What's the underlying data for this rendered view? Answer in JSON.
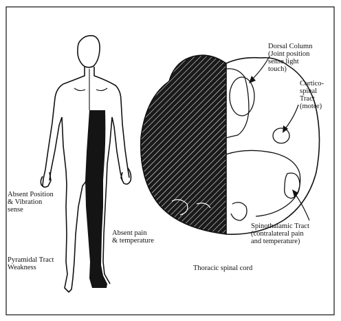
{
  "figure": {
    "left_labels": {
      "absent_position": [
        "Absent Position",
        "& Vibration",
        "sense"
      ],
      "pyramidal": [
        "Pyramidal Tract",
        "Weakness"
      ],
      "absent_pain": [
        "Absent pain",
        "& temperature"
      ]
    },
    "cord_labels": {
      "dorsal_column": [
        "Dorsal Column",
        "(Joint position",
        "sense light",
        "touch)"
      ],
      "corticospinal": [
        "Cortico-",
        "spinal",
        "Tract",
        "(motor)"
      ],
      "spinothalamic": [
        "Spinothalamic Tract",
        "(contralateral pain",
        "and temperature)"
      ],
      "caption": "Thoracic spinal cord"
    }
  }
}
